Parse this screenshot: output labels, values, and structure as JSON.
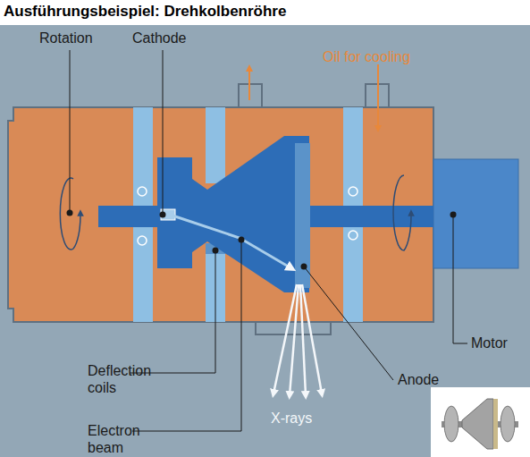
{
  "diagram": {
    "title": "Ausführungsbeispiel: Drehkolbenröhre",
    "labels": [
      "Rotation",
      "Cathode",
      "Oil for cooling",
      "Deflection coils",
      "Electron beam",
      "X-rays",
      "Anode",
      "Motor"
    ]
  }
}
